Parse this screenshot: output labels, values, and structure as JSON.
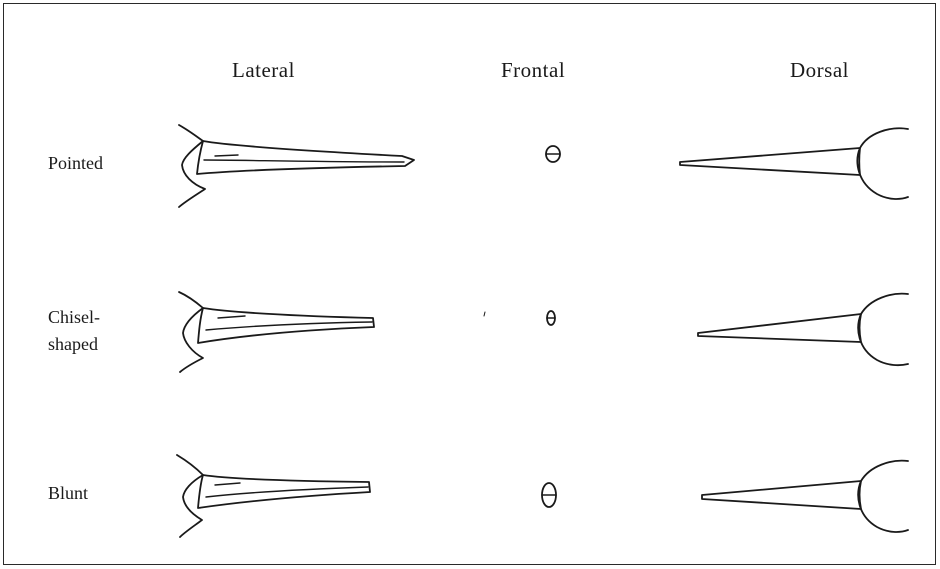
{
  "columns": {
    "lateral": "Lateral",
    "frontal": "Frontal",
    "dorsal": "Dorsal"
  },
  "rows": [
    {
      "label_lines": [
        "Pointed"
      ]
    },
    {
      "label_lines": [
        "Chisel-",
        "shaped"
      ]
    },
    {
      "label_lines": [
        "Blunt"
      ]
    }
  ]
}
